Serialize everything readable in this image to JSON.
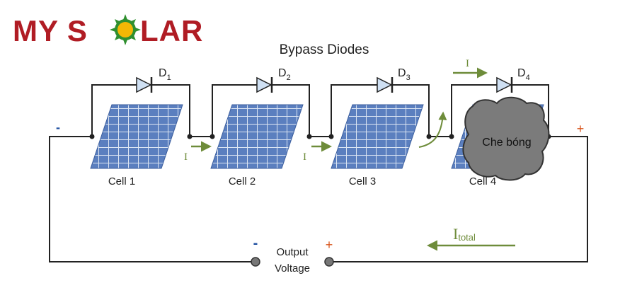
{
  "logo": {
    "text": "MY SOLAR",
    "brand_color": "#b01c24",
    "sun_color": "#2f8f2f"
  },
  "title": "Bypass Diodes",
  "cells": [
    {
      "label": "Cell 1",
      "diode": "D",
      "diode_sub": "1"
    },
    {
      "label": "Cell 2",
      "diode": "D",
      "diode_sub": "2"
    },
    {
      "label": "Cell 3",
      "diode": "D",
      "diode_sub": "3"
    },
    {
      "label": "Cell 4",
      "diode": "D",
      "diode_sub": "4"
    }
  ],
  "shade_label": "Che bóng",
  "current_label": "I",
  "total_current": {
    "main": "I",
    "sub": "total"
  },
  "terminals": {
    "minus": "-",
    "plus": "+"
  },
  "output": {
    "line1": "Output",
    "line2": "Voltage",
    "minus": "-",
    "plus": "+"
  },
  "colors": {
    "wire": "#222222",
    "panel": "#5b7fbf",
    "panel_line": "#dde6f3",
    "arrow": "#6e8c3a",
    "minus": "#1f4fa0",
    "plus": "#d8541b",
    "shade": "#7b7b7b",
    "diode": "#cfe0f3"
  }
}
